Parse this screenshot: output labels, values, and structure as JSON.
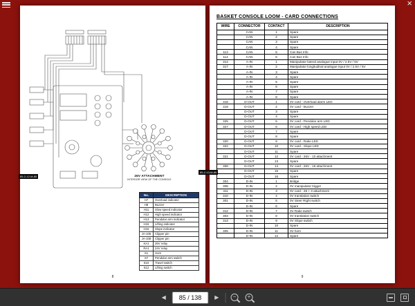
{
  "viewer": {
    "menu_icon": "menu",
    "close_icon": "×",
    "toolbar": {
      "prev_icon": "◀",
      "next_icon": "▶",
      "page_display": "85 / 138",
      "zoom_out_label": "−",
      "zoom_in_label": "+"
    }
  },
  "left_page": {
    "page_number": "8",
    "side_label": "85-2-12-M-85",
    "connector_caption_1": "26V ATTACHMENT",
    "connector_caption_2": "INTERIOR VIEW OF THE CONSOLE",
    "legend": {
      "headers": [
        "No.",
        "DESCRIPTION"
      ],
      "rows": [
        [
          "H7",
          "Overload indicator"
        ],
        [
          "H8",
          "Buzzer"
        ],
        [
          "H11",
          "Slow speed indicator"
        ],
        [
          "H12",
          "High speed indicator"
        ],
        [
          "H13",
          "Pendular arm indicator"
        ],
        [
          "H15",
          "Lifting indicator"
        ],
        [
          "H16",
          "Slope indicator"
        ],
        [
          "JA-105",
          "Clipper pin"
        ],
        [
          "JA-108",
          "Clipper pin"
        ],
        [
          "KA1",
          "26V relay"
        ],
        [
          "RA1",
          "24V relay"
        ],
        [
          "S1",
          "Horn"
        ],
        [
          "S7",
          "Pendular arm switch"
        ],
        [
          "S10",
          "Travel switch"
        ],
        [
          "S12",
          "Lifting switch"
        ]
      ]
    }
  },
  "right_page": {
    "page_number": "9",
    "side_label": "85-2-13-M-85",
    "title": "BASKET CONSOLE LOOM - CARD CONNECTIONS",
    "table": {
      "headers": [
        "WIRE",
        "CONNECTOR",
        "CONTACT",
        "DESCRIPTION"
      ],
      "rows": [
        [
          "",
          "CAN",
          "1",
          "Spare"
        ],
        [
          "",
          "CAN",
          "2",
          "Spare"
        ],
        [
          "",
          "CAN",
          "3",
          "Spare"
        ],
        [
          "",
          "CAN",
          "4",
          "Spare"
        ],
        [
          "113",
          "CAN",
          "5",
          "Can Bus Info"
        ],
        [
          "114",
          "CAN",
          "6",
          "Can Bus Info"
        ],
        [
          "314",
          "A-IN",
          "1",
          "Manipulator lateral analogue input 0V / 2.5V / 5V"
        ],
        [
          "317",
          "A-IN",
          "2",
          "Manipulator longitudinal analogue input 0V / 2.5V / 5V"
        ],
        [
          "",
          "A-IN",
          "3",
          "Spare"
        ],
        [
          "",
          "A-IN",
          "4",
          "Spare"
        ],
        [
          "",
          "A-IN",
          "5",
          "Spare"
        ],
        [
          "",
          "A-IN",
          "6",
          "Spare"
        ],
        [
          "",
          "A-IN",
          "7",
          "Spare"
        ],
        [
          "",
          "A-IN",
          "8",
          "Spare"
        ],
        [
          "318",
          "D-OUT",
          "1",
          "0V card - Overload alarm LED"
        ],
        [
          "319",
          "D-OUT",
          "2",
          "0V card - Buzzer"
        ],
        [
          "",
          "D-OUT",
          "3",
          "Spare"
        ],
        [
          "",
          "D-OUT",
          "4",
          "Spare"
        ],
        [
          "325",
          "D-OUT",
          "5",
          "0V card - Pendular arm LED"
        ],
        [
          "327",
          "D-OUT",
          "6",
          "0V card - High speed LED"
        ],
        [
          "",
          "D-OUT",
          "7",
          "Spare"
        ],
        [
          "",
          "D-OUT",
          "8",
          "Spare"
        ],
        [
          "320",
          "D-OUT",
          "9",
          "0V card - Rake LED"
        ],
        [
          "322",
          "D-OUT",
          "10",
          "0V card - Slope LED"
        ],
        [
          "",
          "D-OUT",
          "11",
          "Spare"
        ],
        [
          "321",
          "D-OUT",
          "12",
          "0V card - 26V - 10 attachment"
        ],
        [
          "",
          "D-OUT",
          "13",
          "Spare"
        ],
        [
          "308",
          "D-OUT",
          "14",
          "0V card - 26V - 16 attachment"
        ],
        [
          "",
          "D-OUT",
          "15",
          "Spare"
        ],
        [
          "",
          "D-OUT",
          "16",
          "Spare"
        ],
        [
          "304",
          "D-IN",
          "1",
          "Bridge"
        ],
        [
          "306",
          "D-IN",
          "2",
          "0V manipulator trigger"
        ],
        [
          "311",
          "D-IN",
          "3",
          "0V card - 28 + 3 attachment"
        ],
        [
          "310",
          "D-IN",
          "4",
          "0V translation switch"
        ],
        [
          "301",
          "D-IN",
          "5",
          "0V Steer Right switch"
        ],
        [
          "",
          "D-IN",
          "6",
          "Spare"
        ],
        [
          "312",
          "D-IN",
          "7",
          "0V Rake switch"
        ],
        [
          "303",
          "D-IN",
          "8",
          "0V translation switch"
        ],
        [
          "313",
          "D-IN",
          "9",
          "0V Slope switch"
        ],
        [
          "",
          "D-IN",
          "10",
          "Spare"
        ],
        [
          "305",
          "D-IN",
          "11",
          "0V horn"
        ],
        [
          "",
          "D-IN",
          "12",
          "Spare"
        ]
      ]
    }
  }
}
